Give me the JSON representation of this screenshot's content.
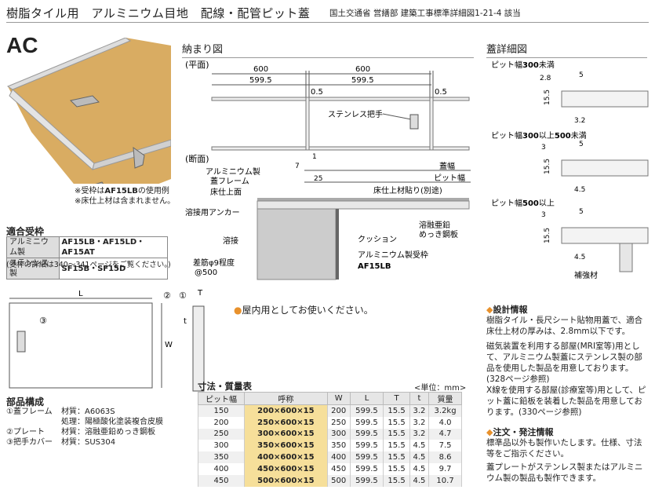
{
  "header": {
    "title": "樹脂タイル用　アルミニウム目地　配線・配管ピット蓋",
    "standard": "国土交通省 営繕部 建築工事標準詳細図1-21-4 該当"
  },
  "code": "AC",
  "photo": {
    "note1_prefix": "※受枠は",
    "note1_bold": "AF15LB",
    "note1_suffix": "の使用例",
    "note2": "※床仕上材は含まれません。"
  },
  "compat": {
    "title": "適合受枠",
    "rows": [
      {
        "label": "アルミニウム製",
        "value": "AF15LB・AF15LD・AF15AT"
      },
      {
        "label": "ステンレス製",
        "value": "SF15B・SF15D"
      }
    ],
    "note": "(受枠の詳細は340〜341ページをご覧ください。)"
  },
  "section_fit": {
    "title": "納まり図",
    "plan": "(平面)",
    "section": "(断面)",
    "dim_600a": "600",
    "dim_600b": "600",
    "dim_5995a": "599.5",
    "dim_5995b": "599.5",
    "dim_05a": "0.5",
    "dim_05b": "0.5",
    "handle": "ステンレス把手",
    "dim_1": "1",
    "dim_7": "7",
    "dim_25": "25",
    "lid_width": "蓋幅",
    "pit_width": "ピット幅",
    "alu_lid_frame_1": "アルミニウム製",
    "alu_lid_frame_2": "蓋フレーム",
    "floor_top": "床仕上面",
    "floor_material": "床仕上材貼り(別途)",
    "weld_anchor": "溶接用アンカー",
    "lead_plate_1": "溶融亜鉛",
    "lead_plate_2": "めっき鋼板",
    "weld": "溶接",
    "cushion": "クッション",
    "rebar_1": "差筋φ9程度",
    "rebar_2": "@500",
    "alu_receiver": "アルミニウム製受枠",
    "receiver_code": "AF15LB"
  },
  "lid_detail": {
    "title": "蓋詳細図",
    "c1": {
      "title_a": "ピット幅",
      "title_b": "300",
      "title_c": "未満",
      "d1": "2.8",
      "d2": "5",
      "d3": "15.5",
      "d4": "3.2"
    },
    "c2": {
      "title_a": "ピット幅",
      "title_b": "300",
      "title_c": "以上",
      "title_d": "500",
      "title_e": "未満",
      "d1": "3",
      "d2": "5",
      "d3": "15.5",
      "d4": "4.5"
    },
    "c3": {
      "title_a": "ピット幅",
      "title_b": "500",
      "title_c": "以上",
      "d1": "3",
      "d2": "5",
      "d3": "15.5",
      "d4": "4.5",
      "reinforce": "補強材"
    }
  },
  "dims_drawing": {
    "L": "L",
    "W": "W",
    "T": "T",
    "t": "t",
    "n1": "①",
    "n2": "②",
    "n3": "③"
  },
  "indoor_note": "屋内用としてお使いください。",
  "parts": {
    "title": "部品構成",
    "rows": [
      {
        "no": "①蓋フレーム",
        "k": "材質：",
        "v": "A6063S"
      },
      {
        "no": "",
        "k": "処理：",
        "v": "陽極酸化塗装複合皮膜"
      },
      {
        "no": "②プレート",
        "k": "材質：",
        "v": "溶融亜鉛めっき鋼板"
      },
      {
        "no": "③把手カバー",
        "k": "材質：",
        "v": "SUS304"
      }
    ]
  },
  "table": {
    "title": "寸法・質量表",
    "unit": "<単位：mm>",
    "headers": [
      "ピット幅",
      "呼称",
      "W",
      "L",
      "T",
      "t",
      "質量"
    ],
    "rows": [
      [
        "150",
        "200×600×15",
        "200",
        "599.5",
        "15.5",
        "3.2",
        "3.2kg"
      ],
      [
        "200",
        "250×600×15",
        "250",
        "599.5",
        "15.5",
        "3.2",
        "4.0"
      ],
      [
        "250",
        "300×600×15",
        "300",
        "599.5",
        "15.5",
        "3.2",
        "4.7"
      ],
      [
        "300",
        "350×600×15",
        "350",
        "599.5",
        "15.5",
        "4.5",
        "7.5"
      ],
      [
        "350",
        "400×600×15",
        "400",
        "599.5",
        "15.5",
        "4.5",
        "8.6"
      ],
      [
        "400",
        "450×600×15",
        "450",
        "599.5",
        "15.5",
        "4.5",
        "9.7"
      ],
      [
        "450",
        "500×600×15",
        "500",
        "599.5",
        "15.5",
        "4.5",
        "10.7"
      ]
    ]
  },
  "design": {
    "title": "◆設計情報",
    "p1": "樹脂タイル・長尺シート貼物用蓋で、適合床仕上材の厚みは、2.8mm以下です。",
    "p2": "磁気装置を利用する部屋(MRI室等)用として、アルミニウム製蓋にステンレス製の部品を使用した製品を用意しております。(328ページ参照)",
    "p3": "X線を使用する部屋(診療室等)用として、ピット蓋に鉛板を装着した製品を用意しております。(330ページ参照)"
  },
  "order": {
    "title": "◆注文・発注情報",
    "p1": "標準品以外も製作いたします。仕様、寸法等をご指示ください。",
    "p2": "蓋プレートがステンレス製またはアルミニウム製の製品も製作できます。"
  },
  "colors": {
    "accent": "#e8912c",
    "highlight": "#f6df9a",
    "photo": "#d9ac62"
  }
}
